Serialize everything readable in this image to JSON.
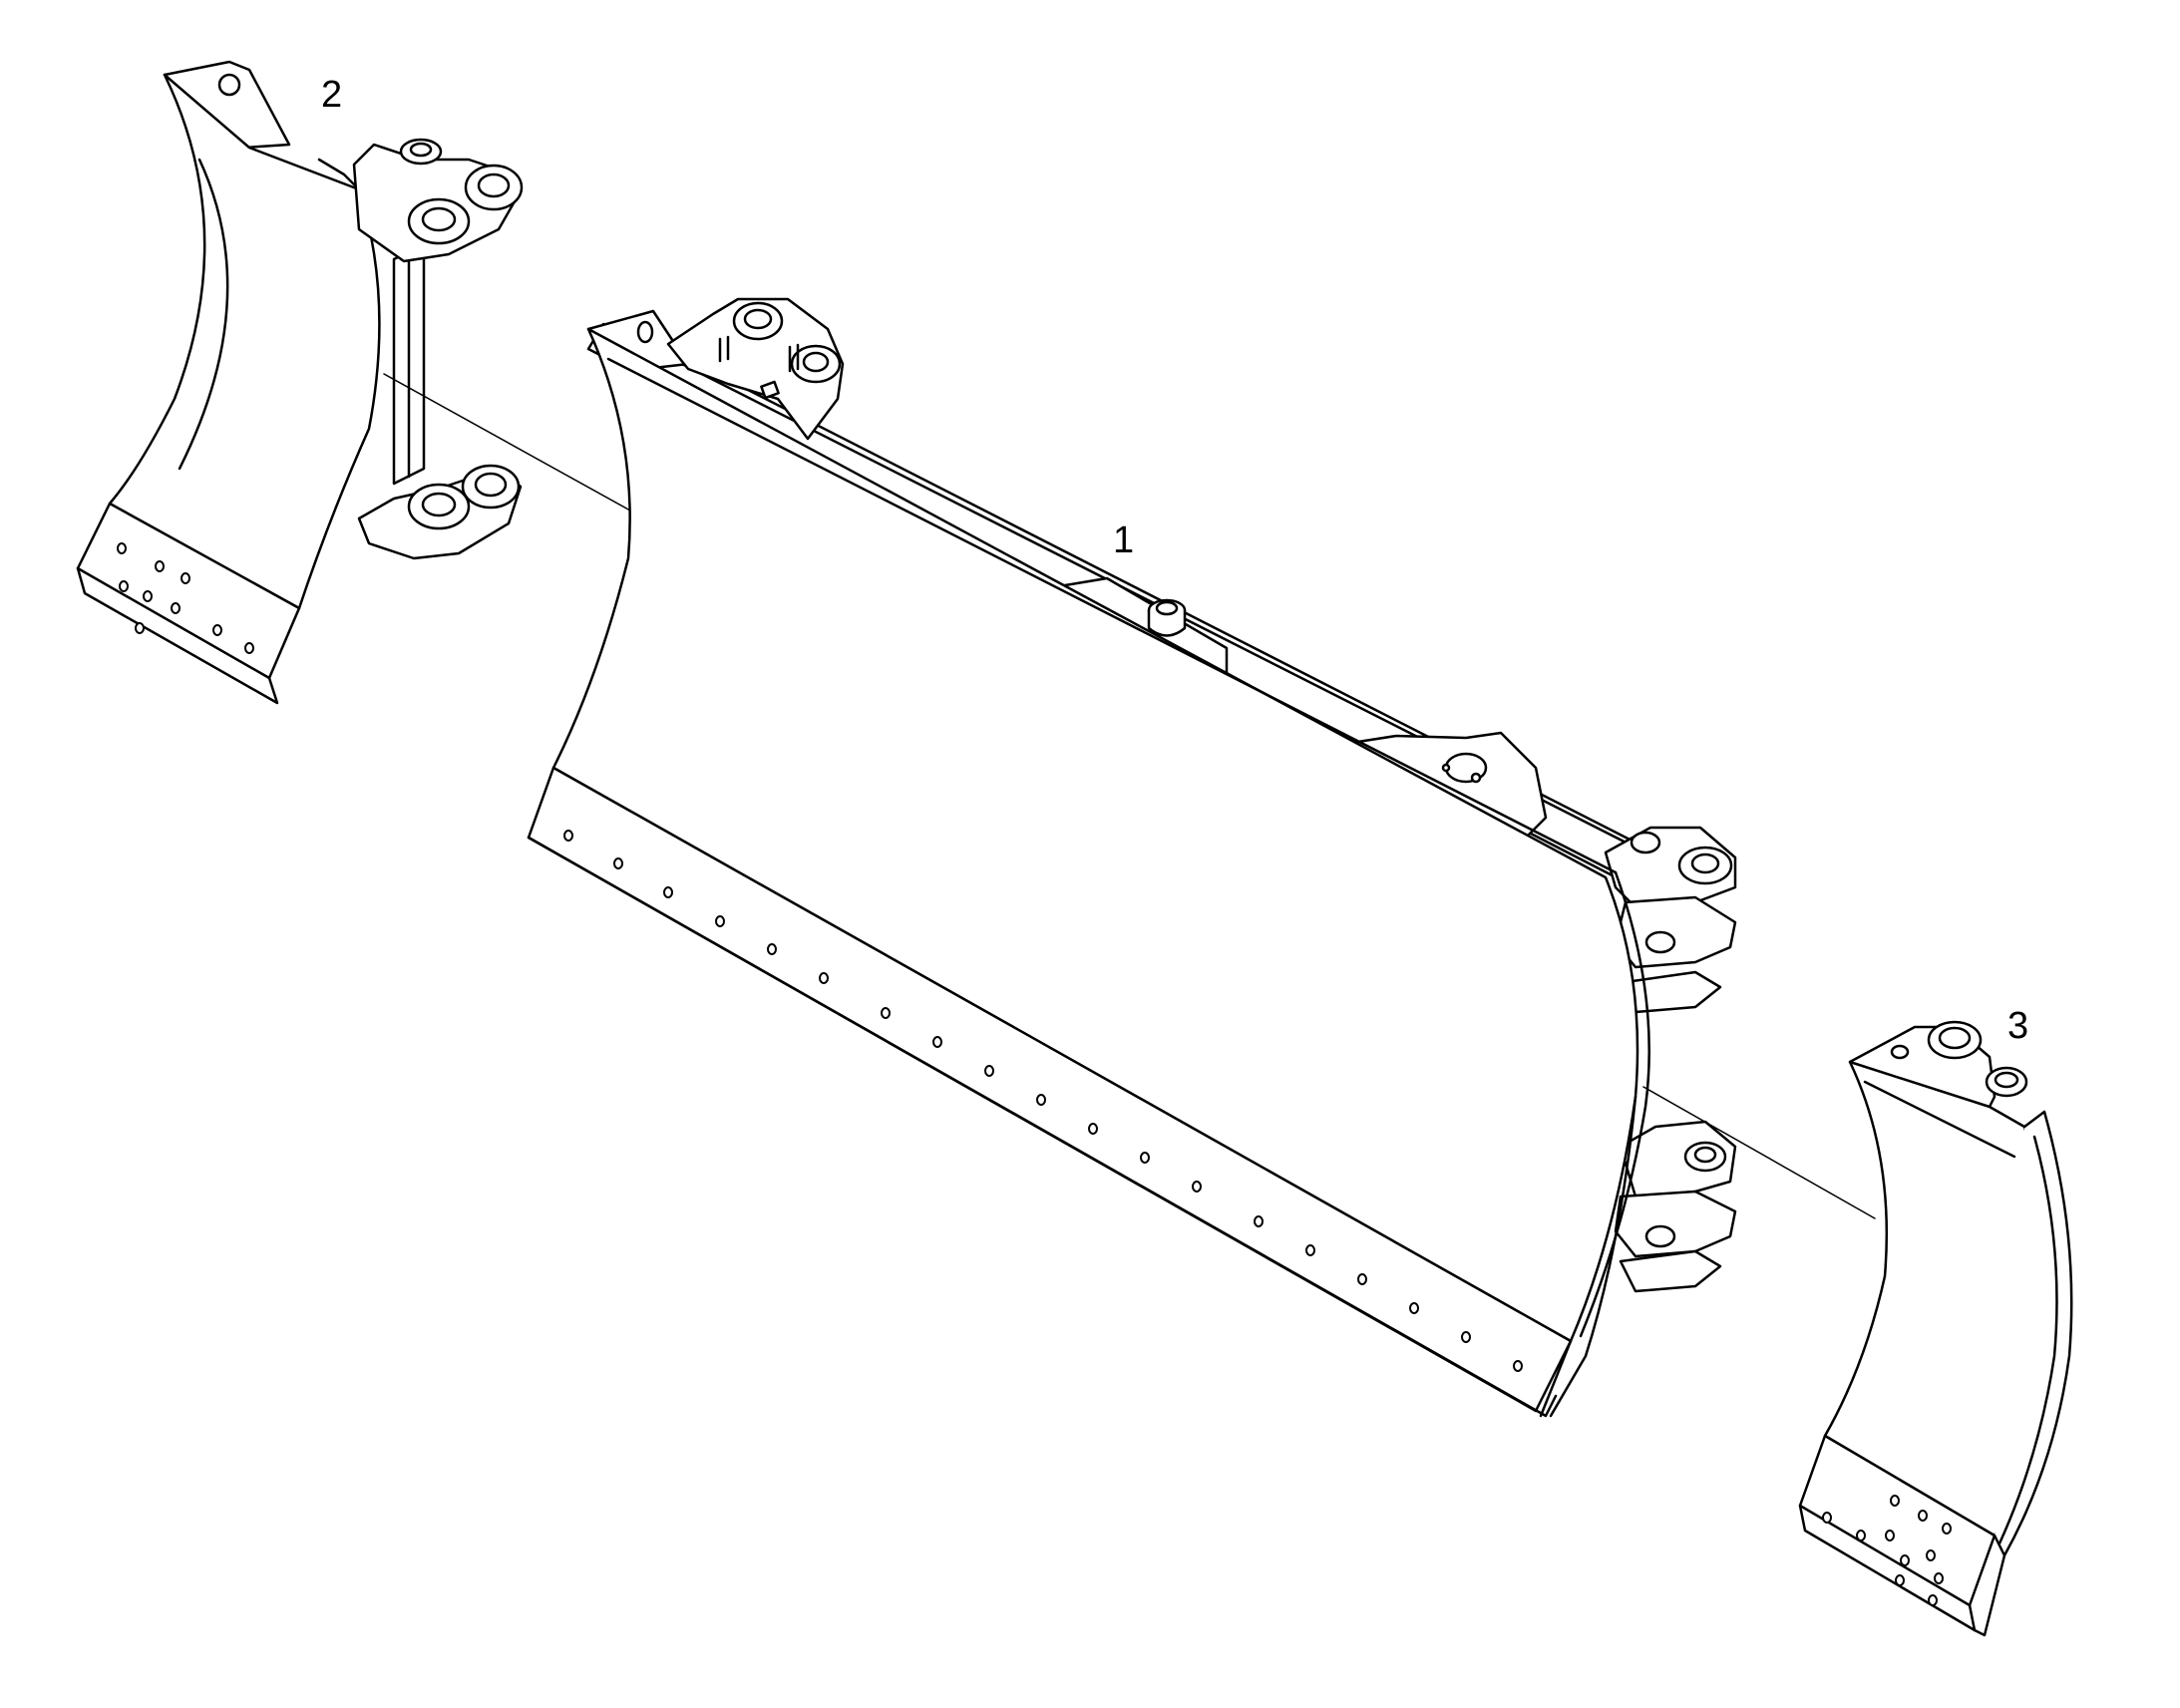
{
  "diagram": {
    "parts": [
      {
        "callout": "1"
      },
      {
        "callout": "2"
      },
      {
        "callout": "3"
      }
    ],
    "colors": {
      "line": "#000000",
      "fill": "#ffffff"
    }
  }
}
